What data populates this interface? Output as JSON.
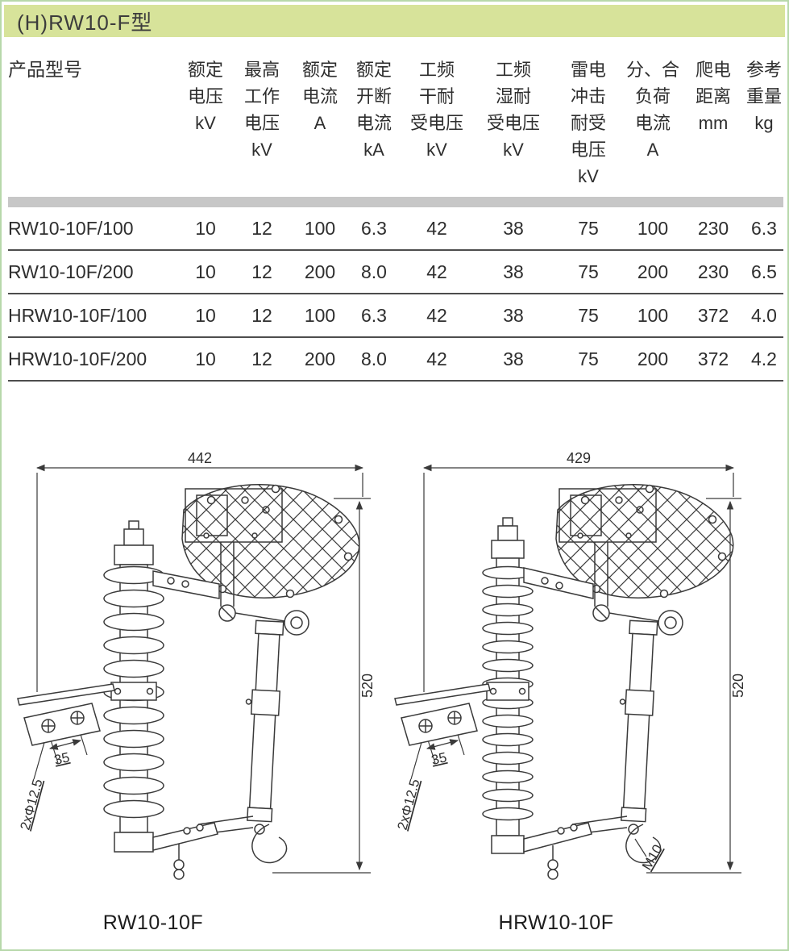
{
  "page": {
    "title": "(H)RW10-F型"
  },
  "table": {
    "model_header": "产品型号",
    "headers": [
      "额定\n电压\nkV",
      "最高\n工作\n电压\nkV",
      "额定\n电流\nA",
      "额定\n开断\n电流\nkA",
      "工频\n干耐\n受电压\nkV",
      "工频\n湿耐\n受电压\nkV",
      "雷电\n冲击\n耐受\n电压\nkV",
      "分、合\n负荷\n电流\nA",
      "爬电\n距离\nmm",
      "参考\n重量\nkg"
    ],
    "rows": [
      {
        "model": "RW10-10F/100",
        "values": [
          "10",
          "12",
          "100",
          "6.3",
          "42",
          "38",
          "75",
          "100",
          "230",
          "6.3"
        ]
      },
      {
        "model": "RW10-10F/200",
        "values": [
          "10",
          "12",
          "200",
          "8.0",
          "42",
          "38",
          "75",
          "200",
          "230",
          "6.5"
        ]
      },
      {
        "model": "HRW10-10F/100",
        "values": [
          "10",
          "12",
          "100",
          "6.3",
          "42",
          "38",
          "75",
          "100",
          "372",
          "4.0"
        ]
      },
      {
        "model": "HRW10-10F/200",
        "values": [
          "10",
          "12",
          "200",
          "8.0",
          "42",
          "38",
          "75",
          "200",
          "372",
          "4.2"
        ]
      }
    ]
  },
  "drawings": {
    "left": {
      "caption": "RW10-10F",
      "dim_width": "442",
      "dim_height": "520",
      "dim_holes": "2xΦ12.5",
      "dim_spacing": "35"
    },
    "right": {
      "caption": "HRW10-10F",
      "dim_width": "429",
      "dim_height": "520",
      "dim_holes": "2xΦ12.5",
      "dim_spacing": "35",
      "dim_thread": "M10"
    }
  },
  "colors": {
    "title_bar": "#d7e39a",
    "frame": "#b7d8ab",
    "divider_band": "#c7c7c7"
  }
}
